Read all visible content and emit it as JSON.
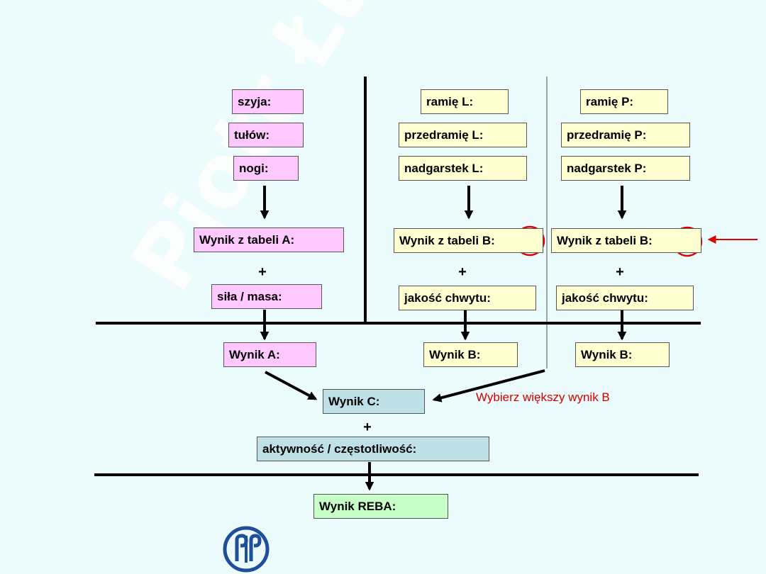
{
  "watermark": "Piotr Łukasz",
  "left": {
    "neck": "szyja:",
    "trunk": "tułów:",
    "legs": "nogi:",
    "table_a": "Wynik z tabeli A:",
    "plus": "+",
    "force_load": "siła / masa:",
    "score_a": "Wynik A:"
  },
  "middle": {
    "upper_arm": "ramię L:",
    "lower_arm": "przedramię L:",
    "wrist": "nadgarstek L:",
    "table_b": "Wynik z tabeli B:",
    "plus": "+",
    "grip": "jakość chwytu:",
    "score_b": "Wynik B:"
  },
  "right": {
    "upper_arm": "ramię P:",
    "lower_arm": "przedramię P:",
    "wrist": "nadgarstek P:",
    "table_b": "Wynik z tabeli B:",
    "plus": "+",
    "grip": "jakość chwytu:",
    "score_b": "Wynik B:"
  },
  "bottom": {
    "score_c": "Wynik C:",
    "plus": "+",
    "activity": "aktywność / częstotliwość:",
    "reba": "Wynik REBA:"
  },
  "note": "Wybierz większy wynik B",
  "colors": {
    "pink": "#ffc8ff",
    "yellow": "#ffffd2",
    "blue": "#bfe0e6",
    "green": "#c8ffc8",
    "highlight": "#e00000"
  },
  "logo_icon": "university-logo-icon"
}
